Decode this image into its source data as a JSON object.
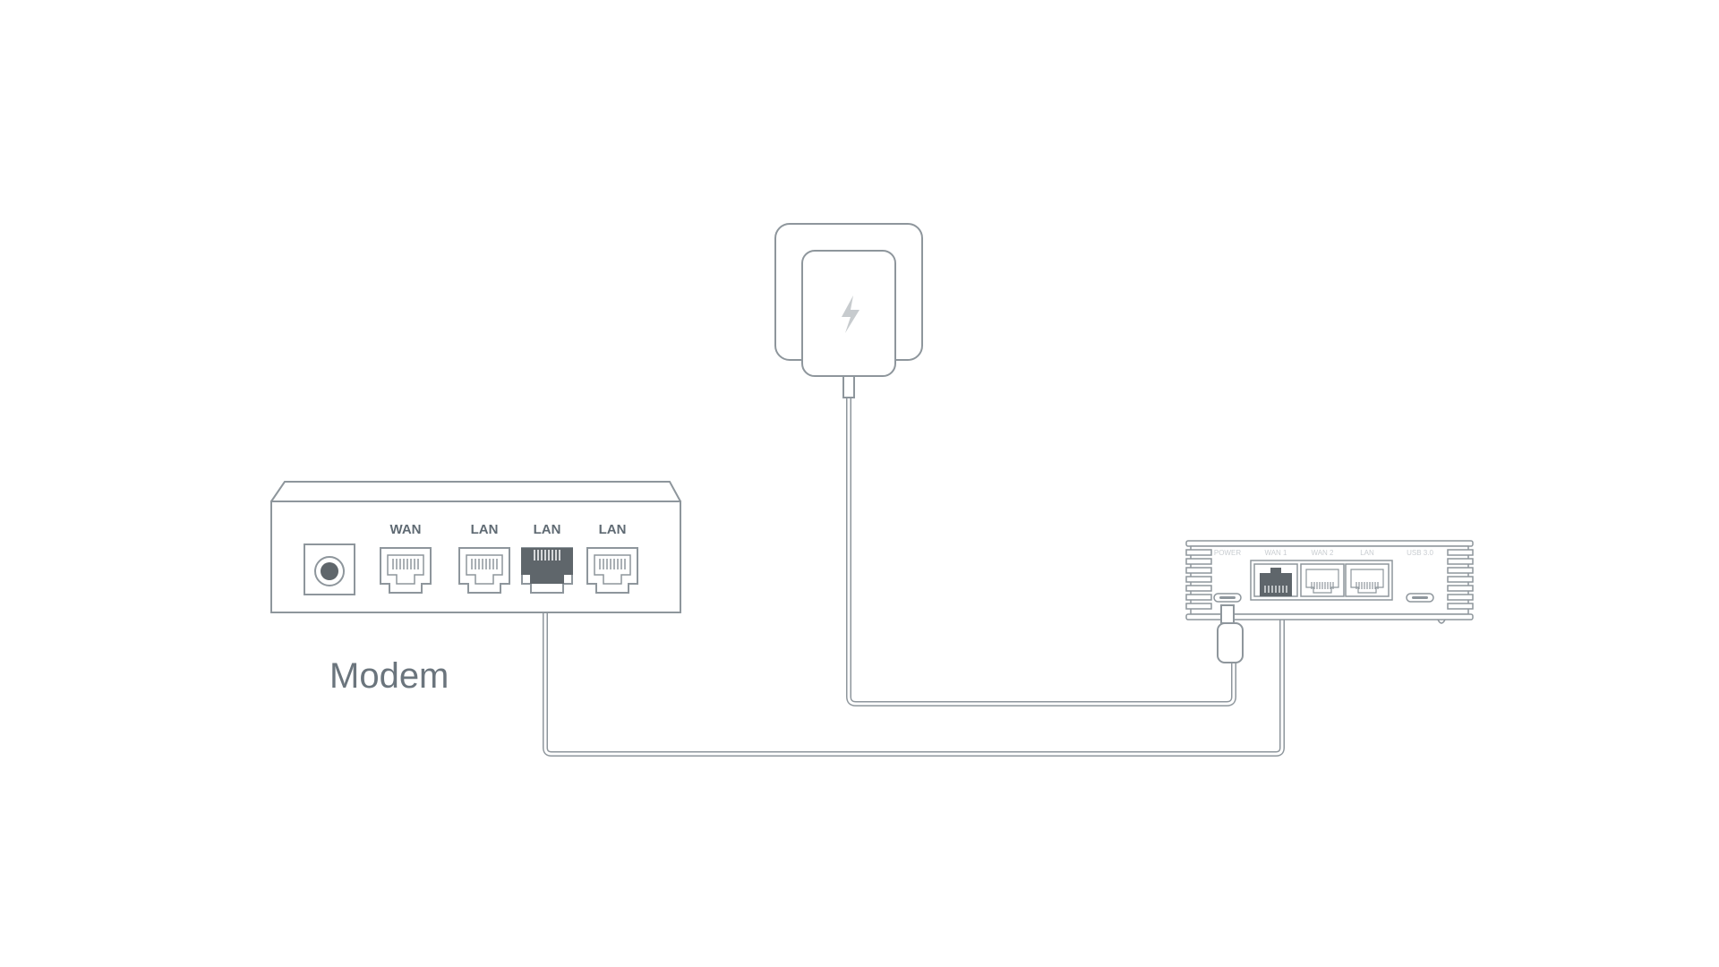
{
  "diagram": {
    "modem": {
      "caption": "Modem",
      "ports": [
        "WAN",
        "LAN",
        "LAN",
        "LAN"
      ],
      "connected_port_index": 2
    },
    "router": {
      "ports": [
        "POWER",
        "WAN 1",
        "WAN 2",
        "LAN",
        "USB 3.0"
      ],
      "connected_port": "WAN 1"
    },
    "power_adapter": {
      "icon": "lightning-bolt-icon"
    },
    "colors": {
      "outline": "#8e969c",
      "active_port": "#5f666b",
      "label": "#5f6a73",
      "faint_label": "#c9cdd1",
      "cable": "#8e969c"
    }
  }
}
